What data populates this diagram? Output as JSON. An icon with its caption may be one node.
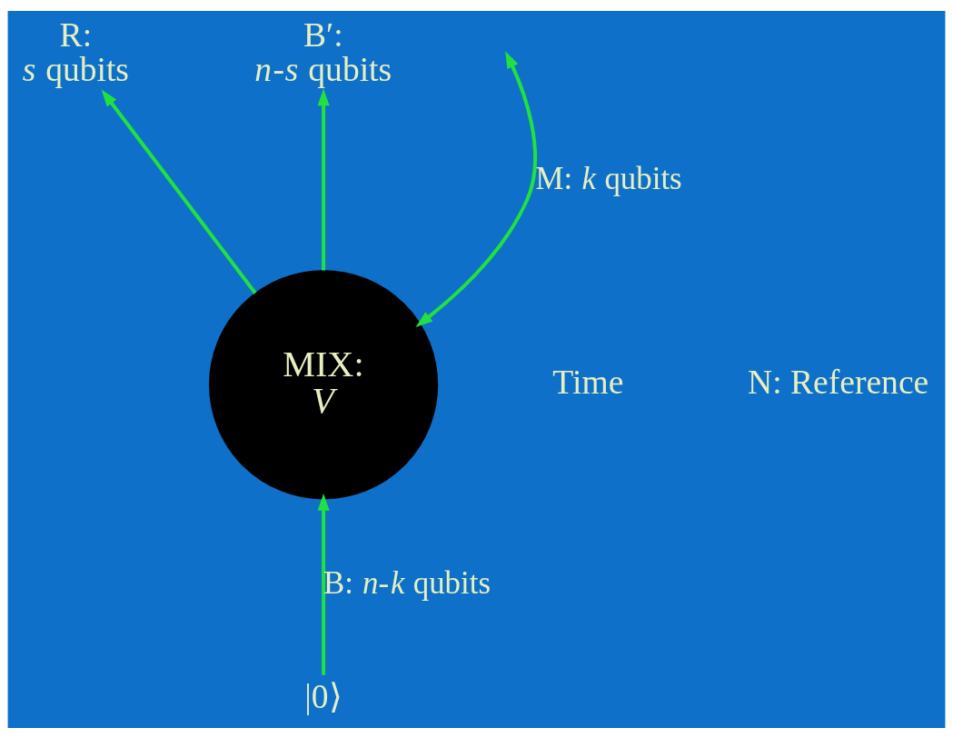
{
  "diagram": {
    "nodes": [
      {
        "text": [
          "R:",
          "*s* qubits"
        ]
      },
      {
        "text": [
          "B′:",
          "*n*-*s* qubits"
        ]
      },
      {
        "text": [
          "MIX:",
          "*V*"
        ]
      },
      {
        "text": [
          "|0⟩"
        ]
      }
    ],
    "edges": [
      {
        "from": 2,
        "to": 0,
        "arrow": "to"
      },
      {
        "from": 2,
        "to": 1,
        "arrow": "to"
      },
      {
        "from": 3,
        "to": 2,
        "arrow": "to",
        "label": "B: *n*-*k* qubits"
      },
      {
        "from": null,
        "to": 2,
        "arrow": "both",
        "label": "M: *k* qubits"
      }
    ],
    "labels": [
      "Time",
      "N: Reference"
    ]
  }
}
